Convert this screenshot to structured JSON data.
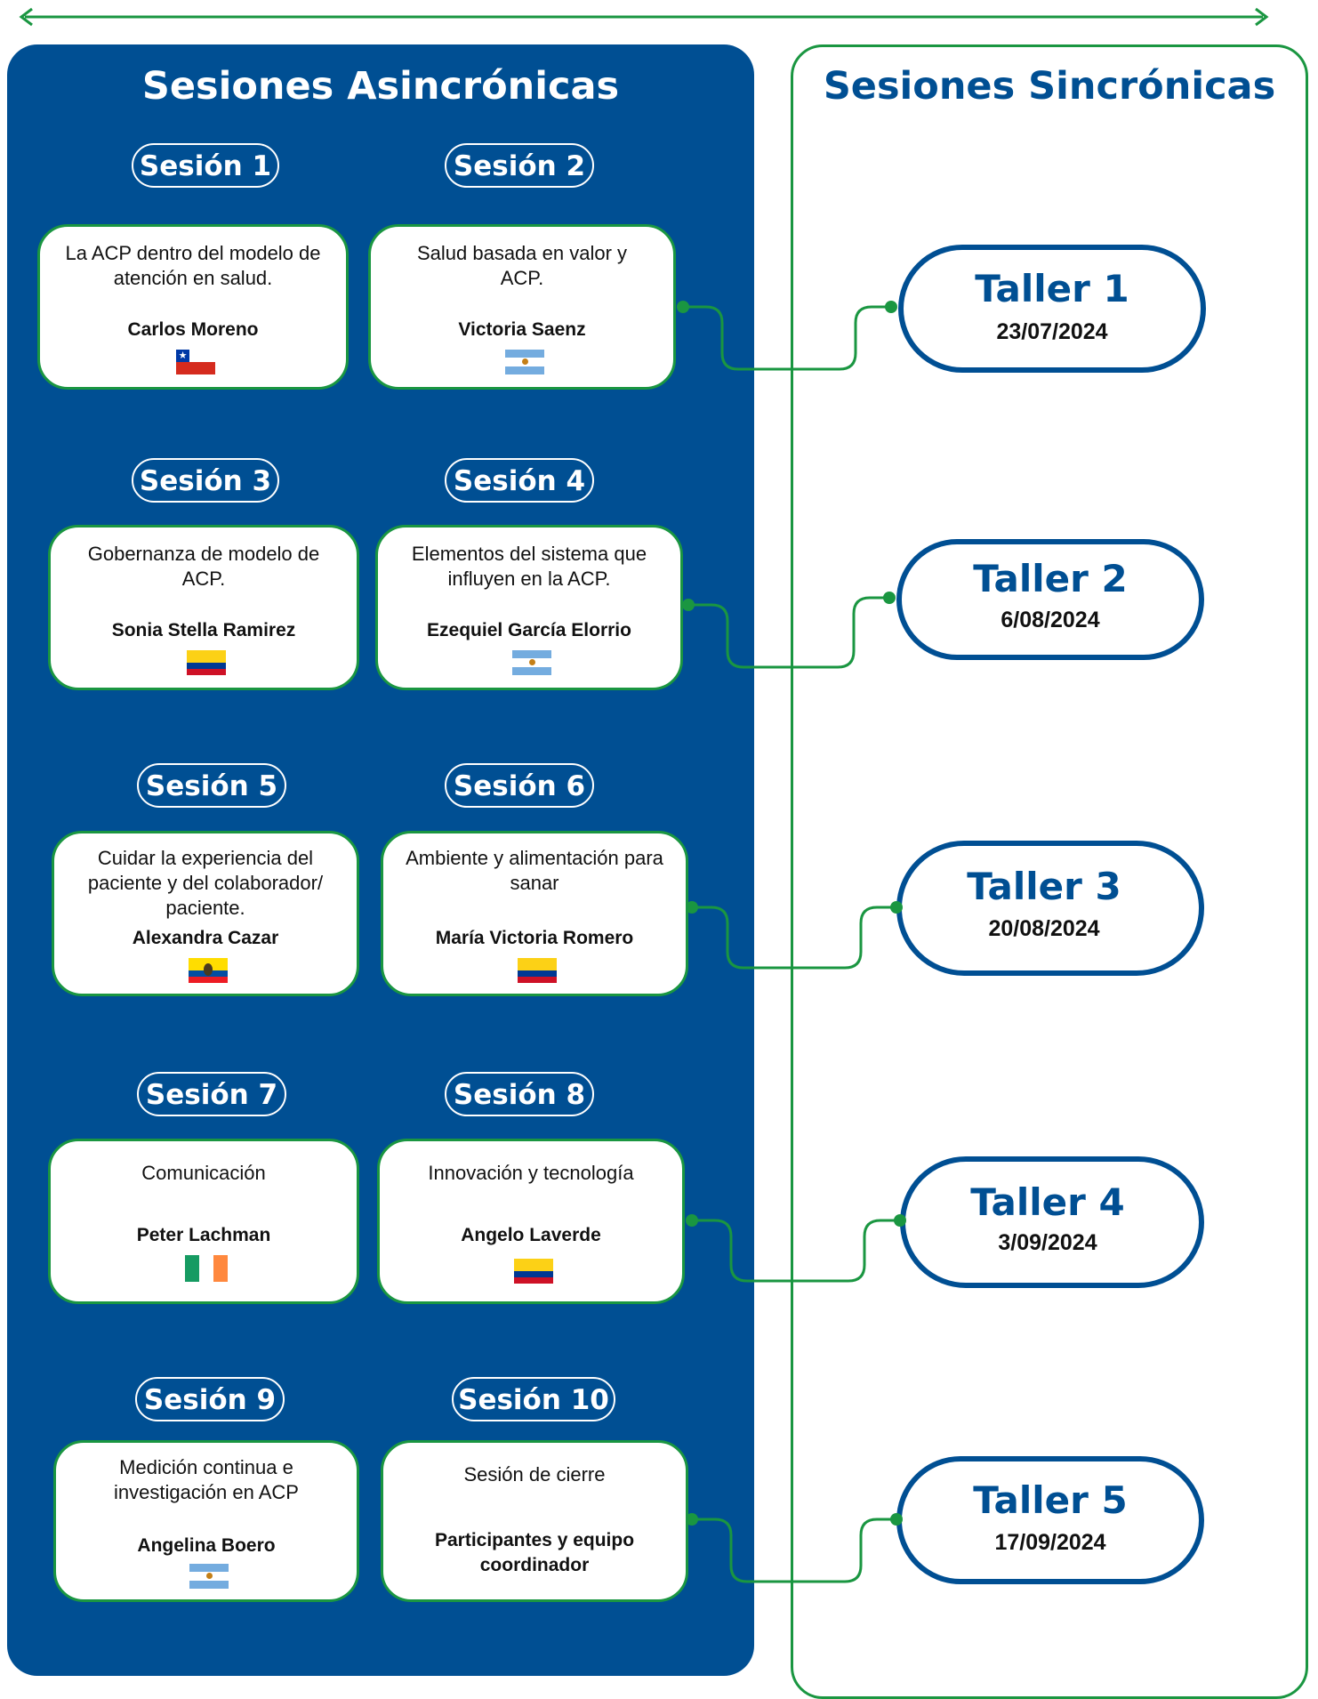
{
  "headings": {
    "async": "Sesiones Asincrónicas",
    "sync": "Sesiones Sincrónicas"
  },
  "sessions": [
    {
      "label": "Sesión 1",
      "topic": "La ACP dentro del modelo de atención en salud.",
      "speaker": "Carlos Moreno",
      "flag": "chile-flag-icon"
    },
    {
      "label": "Sesión 2",
      "topic": "Salud basada en valor y ACP.",
      "speaker": "Victoria Saenz",
      "flag": "argentina-flag-icon"
    },
    {
      "label": "Sesión 3",
      "topic": "Gobernanza de modelo de ACP.",
      "speaker": "Sonia Stella Ramirez",
      "flag": "colombia-flag-icon"
    },
    {
      "label": "Sesión 4",
      "topic": "Elementos del sistema que influyen en la ACP.",
      "speaker": "Ezequiel García Elorrio",
      "flag": "argentina-flag-icon"
    },
    {
      "label": "Sesión 5",
      "topic": "Cuidar la experiencia del paciente y del colaborador/ paciente.",
      "speaker": "Alexandra Cazar",
      "flag": "ecuador-flag-icon"
    },
    {
      "label": "Sesión 6",
      "topic": "Ambiente y alimentación para sanar",
      "speaker": "María Victoria Romero",
      "flag": "colombia-flag-icon"
    },
    {
      "label": "Sesión 7",
      "topic": "Comunicación",
      "speaker": "Peter Lachman",
      "flag": "ireland-flag-icon"
    },
    {
      "label": "Sesión 8",
      "topic": "Innovación y tecnología",
      "speaker": "Angelo Laverde",
      "flag": "colombia-flag-icon"
    },
    {
      "label": "Sesión 9",
      "topic": "Medición continua e investigación en ACP",
      "speaker": "Angelina Boero",
      "flag": "argentina-flag-icon"
    },
    {
      "label": "Sesión 10",
      "topic": "Sesión de cierre",
      "speaker": "Participantes y equipo coordinador",
      "flag": ""
    }
  ],
  "talleres": [
    {
      "name": "Taller 1",
      "date": "23/07/2024"
    },
    {
      "name": "Taller 2",
      "date": "6/08/2024"
    },
    {
      "name": "Taller 3",
      "date": "20/08/2024"
    },
    {
      "name": "Taller 4",
      "date": "3/09/2024"
    },
    {
      "name": "Taller 5",
      "date": "17/09/2024"
    }
  ],
  "colors": {
    "navy": "#004f93",
    "green": "#1a9641",
    "white": "#ffffff"
  }
}
